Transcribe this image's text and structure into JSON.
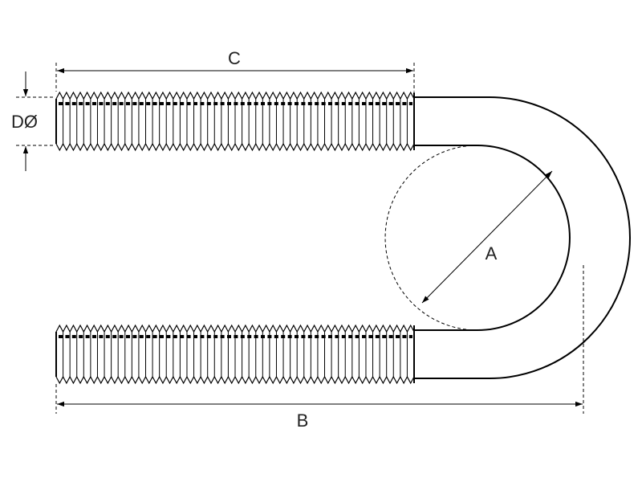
{
  "diagram": {
    "labels": {
      "A": "A",
      "B": "B",
      "C": "C",
      "D": "DØ"
    }
  }
}
